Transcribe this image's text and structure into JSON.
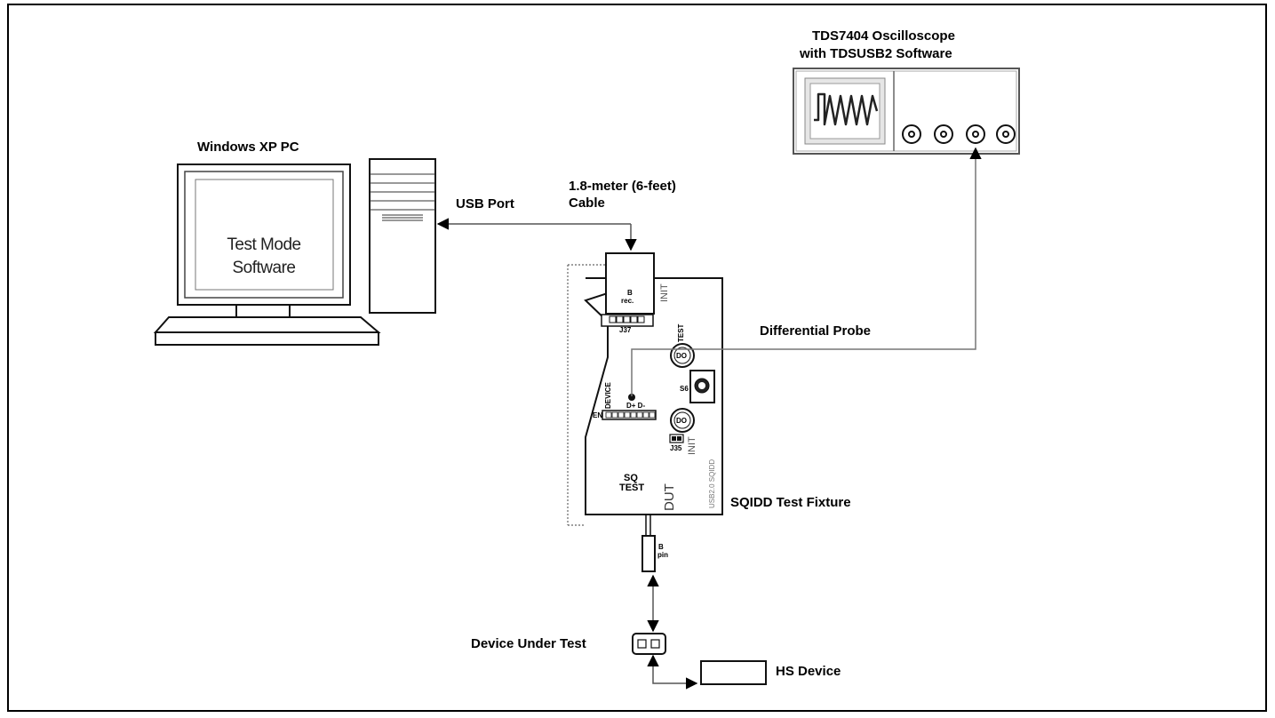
{
  "labels": {
    "oscilloscope_line1": "TDS7404 Oscilloscope",
    "oscilloscope_line2": "with TDSUSB2 Software",
    "pc": "Windows XP PC",
    "usb_port": "USB Port",
    "cable_line1": "1.8-meter (6-feet)",
    "cable_line2": "Cable",
    "differential_probe": "Differential Probe",
    "fixture": "SQIDD Test Fixture",
    "device_under_test": "Device Under Test",
    "hs_device": "HS Device"
  },
  "screen": {
    "line1": "Test Mode",
    "line2": "Software"
  },
  "board": {
    "b_rec_1": "B",
    "b_rec_2": "rec.",
    "j37": "J37",
    "init_top": "INIT",
    "test": "TEST",
    "do_top": "DO",
    "s6": "S6",
    "device": "DEVICE",
    "en": "EN",
    "dpdm": "D+ D-",
    "do_bottom": "DO",
    "j35": "J35",
    "init_bottom": "INIT",
    "usb2": "USB2.0 SQIDD",
    "sq": "SQ",
    "sq_test": "TEST",
    "dut": "DUT",
    "b_pin_1": "B",
    "b_pin_2": "pin"
  }
}
